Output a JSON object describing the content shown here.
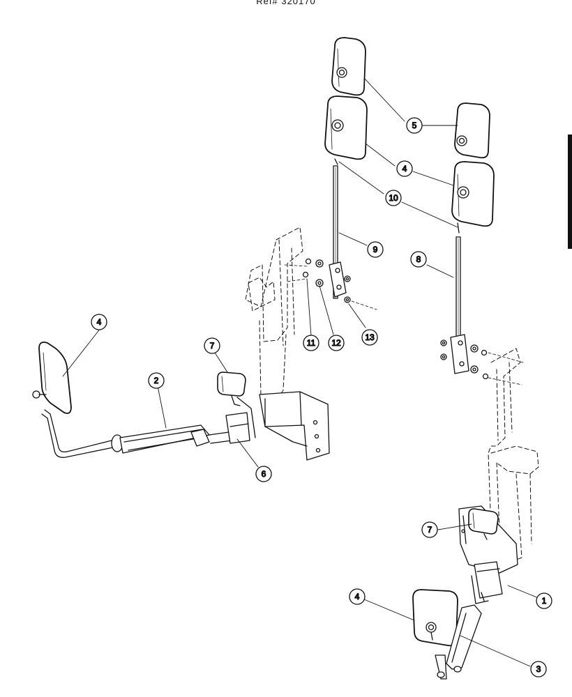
{
  "header": {
    "ref_number": "Ref# 320170"
  },
  "callouts": [
    {
      "id": "c5",
      "label": "5"
    },
    {
      "id": "c4a",
      "label": "4"
    },
    {
      "id": "c10",
      "label": "10"
    },
    {
      "id": "c9",
      "label": "9"
    },
    {
      "id": "c8",
      "label": "8"
    },
    {
      "id": "c11",
      "label": "11"
    },
    {
      "id": "c12",
      "label": "12"
    },
    {
      "id": "c13",
      "label": "13"
    },
    {
      "id": "c4b",
      "label": "4"
    },
    {
      "id": "c2",
      "label": "2"
    },
    {
      "id": "c7a",
      "label": "7"
    },
    {
      "id": "c6",
      "label": "6"
    },
    {
      "id": "c7b",
      "label": "7"
    },
    {
      "id": "c1",
      "label": "1"
    },
    {
      "id": "c4c",
      "label": "4"
    },
    {
      "id": "c3",
      "label": "3"
    }
  ],
  "colors": {
    "ink": "#111111",
    "background": "#ffffff",
    "tab": "#111111"
  }
}
